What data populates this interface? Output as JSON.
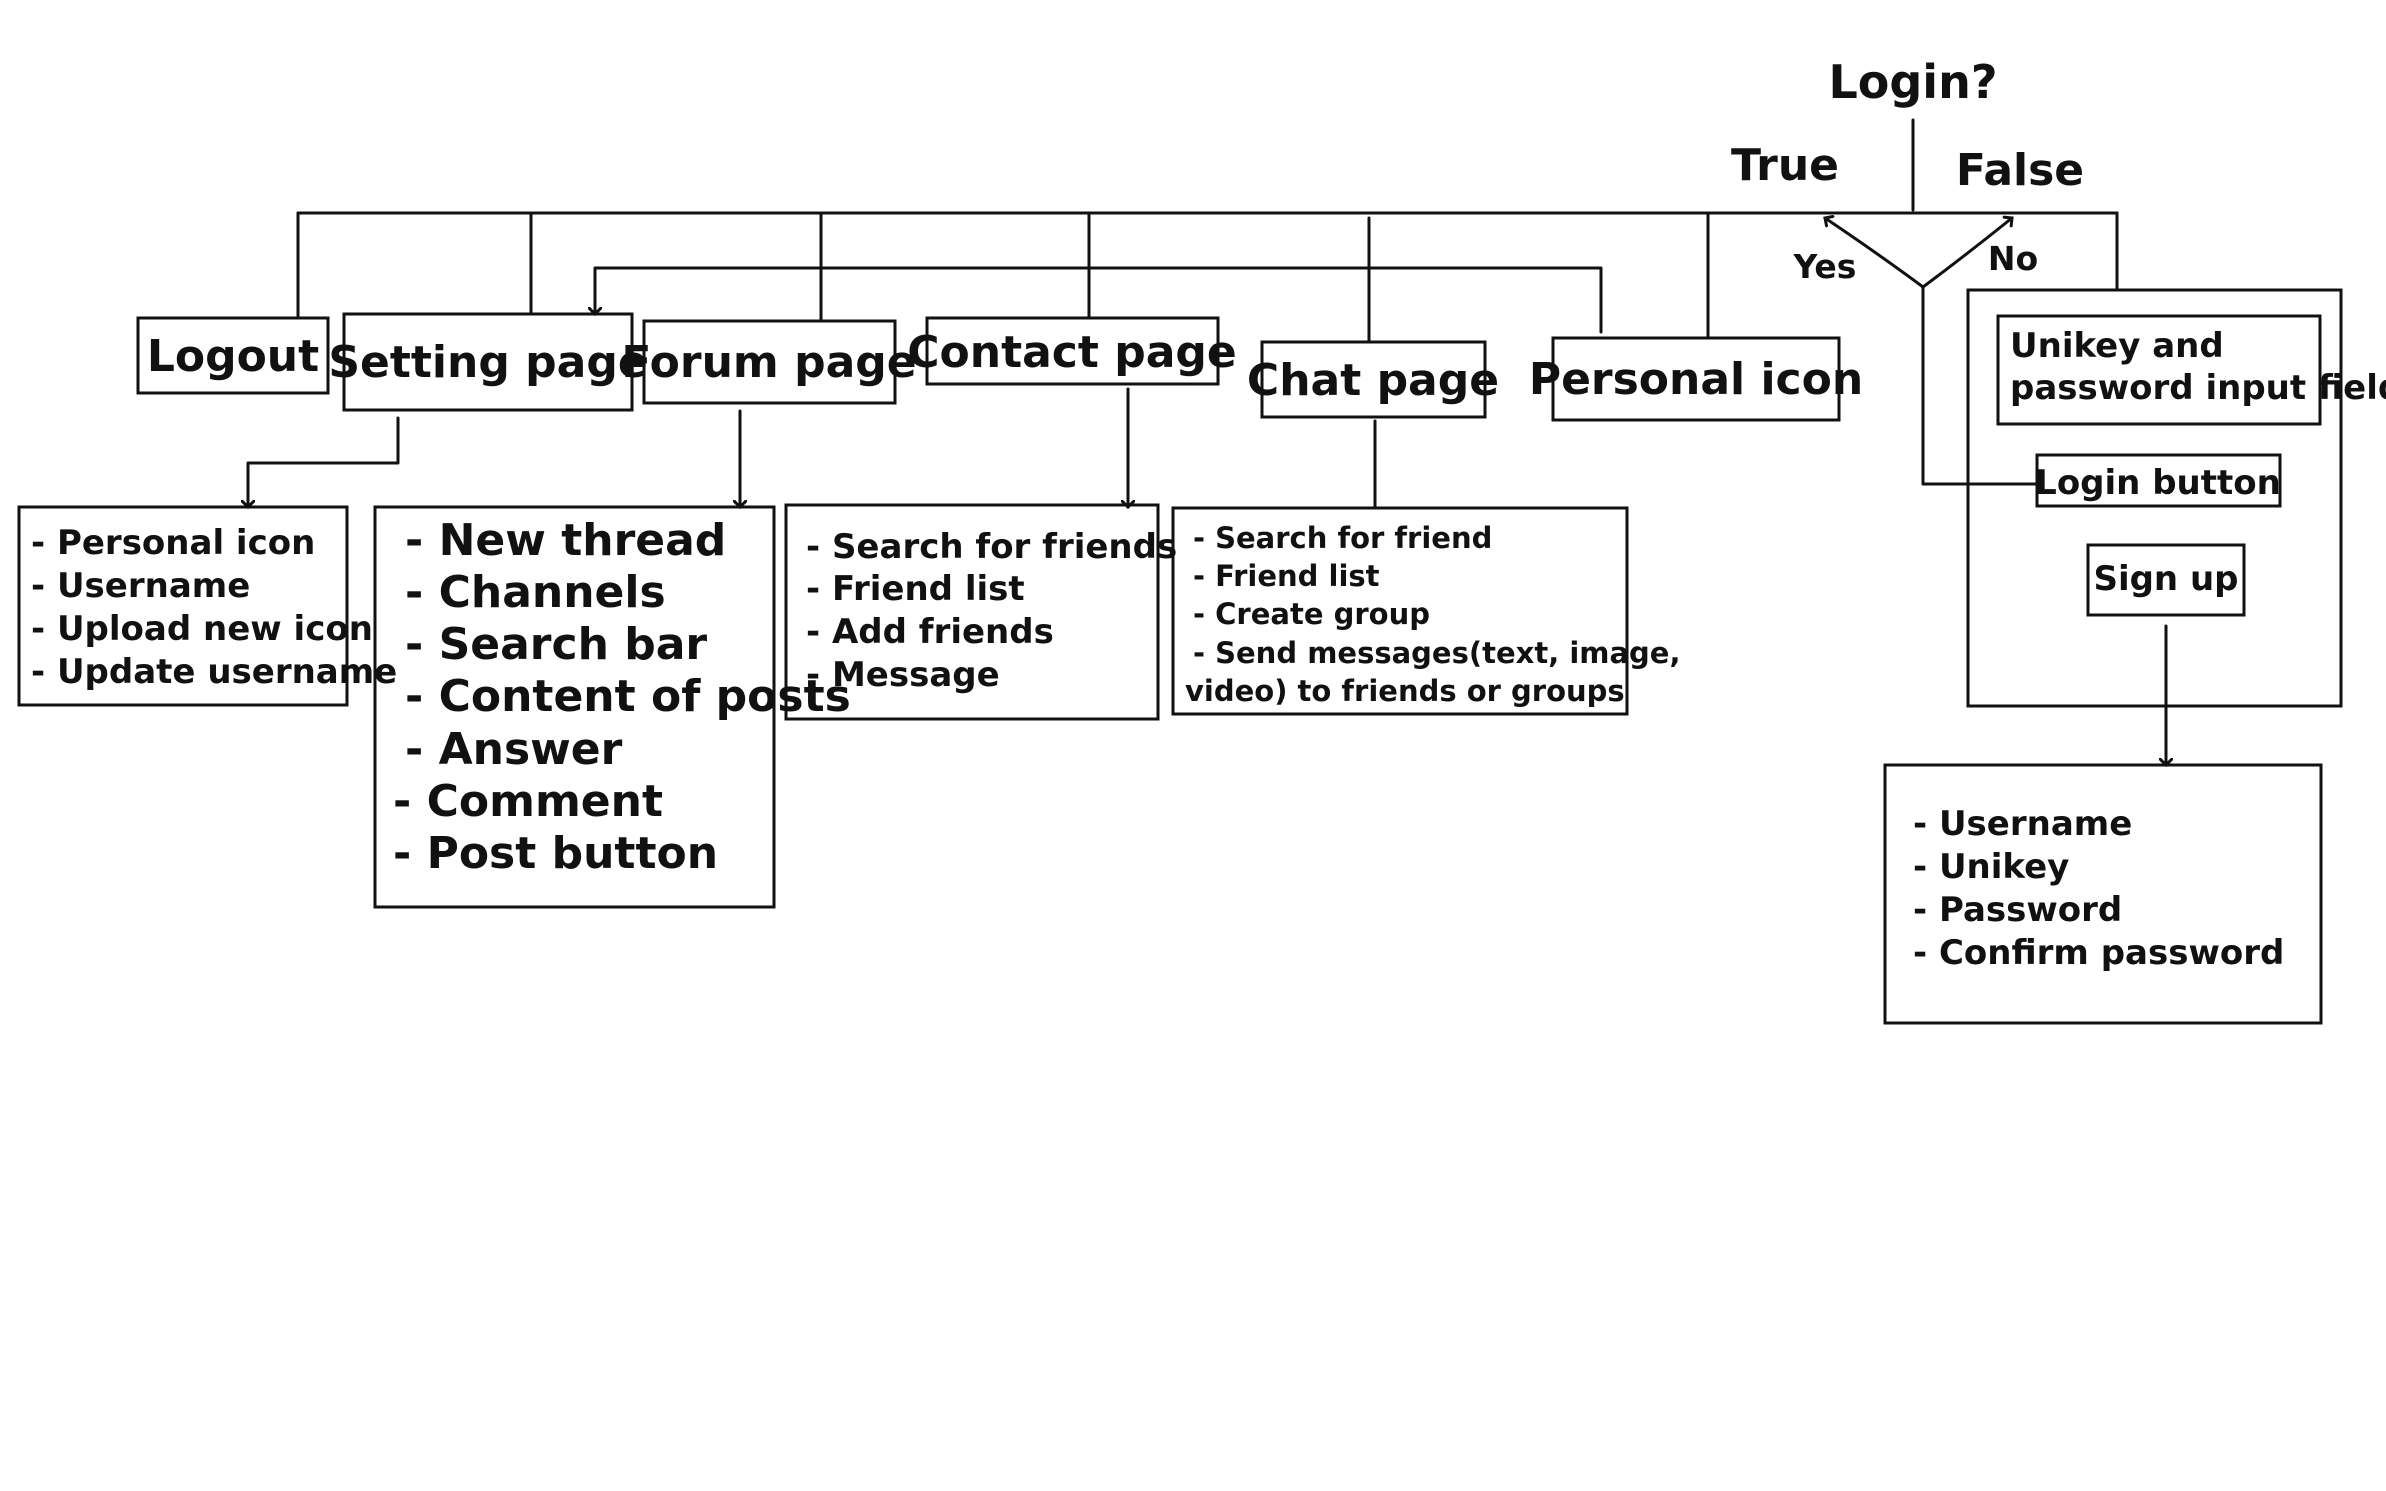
{
  "decision": {
    "label": "Login?",
    "true_label": "True",
    "false_label": "False",
    "yes_label": "Yes",
    "no_label": "No"
  },
  "boxes": {
    "logout": "Logout",
    "setting_page": "Setting page",
    "forum_page": "Forum page",
    "contact_page": "Contact page",
    "chat_page": "Chat page",
    "personal_icon": "Personal icon",
    "unikey_field": [
      "Unikey and",
      "password input field"
    ],
    "login_button": "Login button",
    "sign_up": "Sign up"
  },
  "lists": {
    "setting": [
      "- Personal icon",
      "- Username",
      "- Upload new icon",
      "- Update username"
    ],
    "forum": [
      "- New thread",
      "- Channels",
      "- Search bar",
      "- Content of posts",
      "- Answer",
      "- Comment",
      "- Post button"
    ],
    "contact": [
      "- Search for friends",
      "- Friend list",
      "- Add friends",
      "- Message"
    ],
    "chat": [
      "- Search for friend",
      "- Friend list",
      "- Create group",
      "- Send messages(text, image,",
      "video) to friends or groups"
    ],
    "signup": [
      "- Username",
      "- Unikey",
      "- Password",
      "- Confirm password"
    ]
  }
}
